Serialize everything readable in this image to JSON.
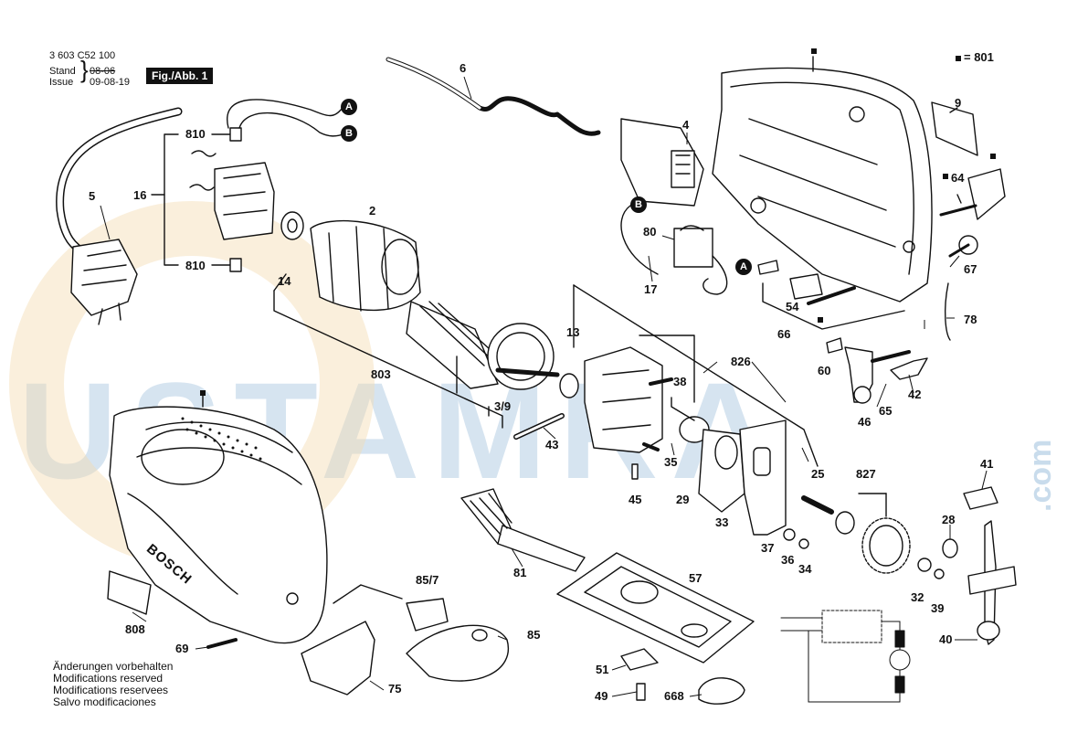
{
  "header": {
    "part_number": "3 603 C52 100",
    "stand_label": "Stand",
    "issue_label": "Issue",
    "stand_date": "08-06",
    "issue_date": "09-08-19",
    "figure_label": "Fig./Abb. 1"
  },
  "legend": {
    "text": "= 801"
  },
  "watermark": {
    "main": "USTAMRA",
    "side": ".com"
  },
  "connectors": {
    "a": "A",
    "b": "B"
  },
  "notes": [
    "Änderungen vorbehalten",
    "Modifications reserved",
    "Modifications reservees",
    "Salvo modificaciones"
  ],
  "brand": "BOSCH",
  "colors": {
    "line": "#111111",
    "watermark_blue": "#c9dcec",
    "watermark_orange": "#f3dcb2"
  },
  "labels": {
    "p6": "6",
    "p4": "4",
    "p9": "9",
    "p810a": "810",
    "p810b": "810",
    "p16": "16",
    "p5": "5",
    "p2": "2",
    "p14": "14",
    "p64": "64",
    "p80": "80",
    "p17": "17",
    "p67": "67",
    "p54": "54",
    "p66": "66",
    "p78": "78",
    "p13": "13",
    "p803": "803",
    "p826": "826",
    "p38": "38",
    "p60": "60",
    "p42": "42",
    "p3_9": "3/9",
    "p65": "65",
    "p46": "46",
    "p43": "43",
    "p35": "35",
    "p29": "29",
    "p25": "25",
    "p827": "827",
    "p41": "41",
    "p45": "45",
    "p33": "33",
    "p28": "28",
    "p37": "37",
    "p36": "36",
    "p34": "34",
    "p81": "81",
    "p57": "57",
    "p85_7": "85/7",
    "p32": "32",
    "p39": "39",
    "p808": "808",
    "p85": "85",
    "p40": "40",
    "p69": "69",
    "p75": "75",
    "p51": "51",
    "p49": "49",
    "p668": "668"
  }
}
